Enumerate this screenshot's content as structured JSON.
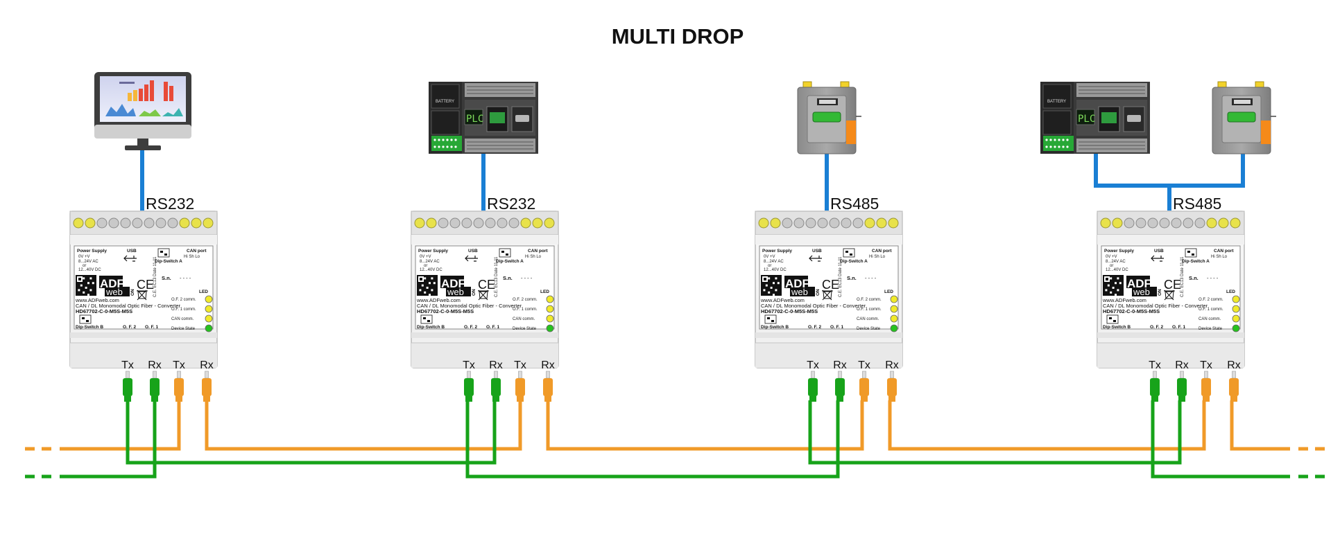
{
  "title": "MULTI DROP",
  "colors": {
    "serial_cable": "#1a7fd4",
    "fiber_green": "#17a31a",
    "fiber_orange": "#f09a28",
    "module_body": "#f2f2f2",
    "terminal_yellow": "#e8e24a",
    "terminal_grey": "#c9c9c9",
    "led_yellow": "#f0ea2a",
    "led_green": "#27c21e"
  },
  "port_labels": [
    "Tx",
    "Rx",
    "Tx",
    "Rx"
  ],
  "module_label": {
    "power_supply": "Power Supply",
    "power_v": "0V  +V",
    "power_range_1": "8...24V AC",
    "power_or": "or",
    "power_range_2": "12...40V DC",
    "usb": "USB",
    "dip_a": "Dip-Switch A",
    "dip_b": "Dip-Switch B",
    "can_port": "CAN port",
    "can_pins": "Hi  Sh  Lo",
    "sn": "S.n.",
    "sn_value": "- - - -",
    "ce_side": "C.E. EC13  Date 11.11",
    "led": "LED",
    "led_items": [
      "O.F. 2 comm.",
      "O.F. 1 comm.",
      "CAN comm.",
      "Device State"
    ],
    "website": "www.ADFweb.com",
    "description": "CAN / DL Monomodal Optic Fiber - Converter",
    "model": "HD67702-C-0-M5S-M5S",
    "of2": "O. F. 2",
    "of1": "O. F. 1",
    "logo_adf": "ADF",
    "logo_web": "web",
    "ce_mark": "CE",
    "ok_mark": "ON"
  },
  "devices": [
    {
      "kind": "monitor",
      "bus": "RS232"
    },
    {
      "kind": "plc",
      "bus": "RS232",
      "plc_text": "PLC",
      "battery_text": "BATTERY"
    },
    {
      "kind": "meter",
      "bus": "RS485"
    },
    {
      "kind": "plc+meter",
      "bus": "RS485",
      "plc_text": "PLC",
      "battery_text": "BATTERY"
    }
  ]
}
